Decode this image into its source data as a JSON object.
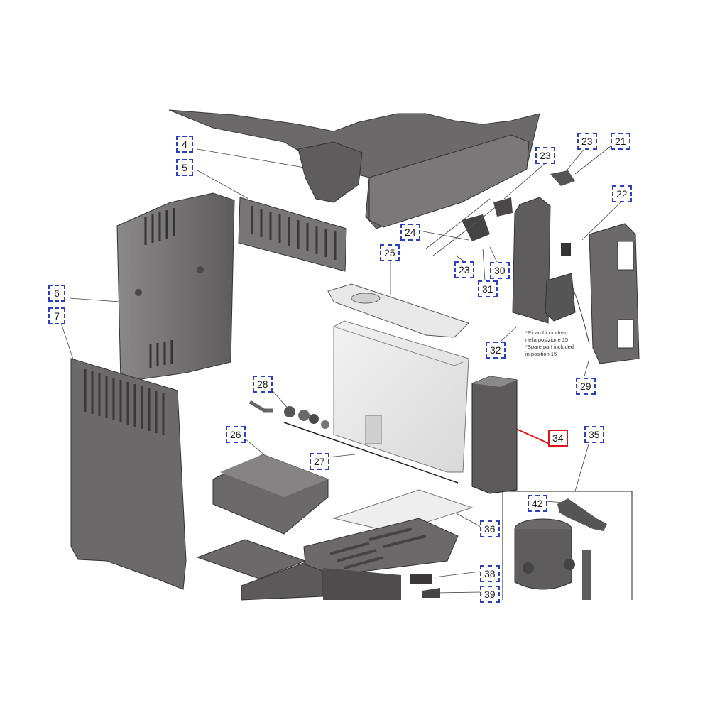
{
  "diagram": {
    "callouts": [
      {
        "id": "4",
        "label": "4"
      },
      {
        "id": "5",
        "label": "5"
      },
      {
        "id": "6",
        "label": "6"
      },
      {
        "id": "7",
        "label": "7"
      },
      {
        "id": "21",
        "label": "21"
      },
      {
        "id": "22",
        "label": "22"
      },
      {
        "id": "23a",
        "label": "23"
      },
      {
        "id": "23b",
        "label": "23"
      },
      {
        "id": "23c",
        "label": "23"
      },
      {
        "id": "24",
        "label": "24"
      },
      {
        "id": "25",
        "label": "25"
      },
      {
        "id": "26",
        "label": "26"
      },
      {
        "id": "27",
        "label": "27"
      },
      {
        "id": "28",
        "label": "28"
      },
      {
        "id": "29",
        "label": "29"
      },
      {
        "id": "30",
        "label": "30"
      },
      {
        "id": "31",
        "label": "31"
      },
      {
        "id": "32",
        "label": "32"
      },
      {
        "id": "34",
        "label": "34",
        "selected": true
      },
      {
        "id": "35",
        "label": "35"
      },
      {
        "id": "36",
        "label": "36"
      },
      {
        "id": "38",
        "label": "38"
      },
      {
        "id": "39",
        "label": "39"
      },
      {
        "id": "42",
        "label": "42"
      }
    ],
    "note": {
      "line1": "*Ricambio incluso",
      "line2": "nella posizione 15",
      "line3": "*Spare part included",
      "line4": "in position 15"
    },
    "colors": {
      "callout_border": "#2b3fbf",
      "selected_border": "#e0141c",
      "part_fill": "#6e6c6c",
      "part_dark": "#4a4848",
      "transparent_tank": "#e6e6e6"
    }
  }
}
